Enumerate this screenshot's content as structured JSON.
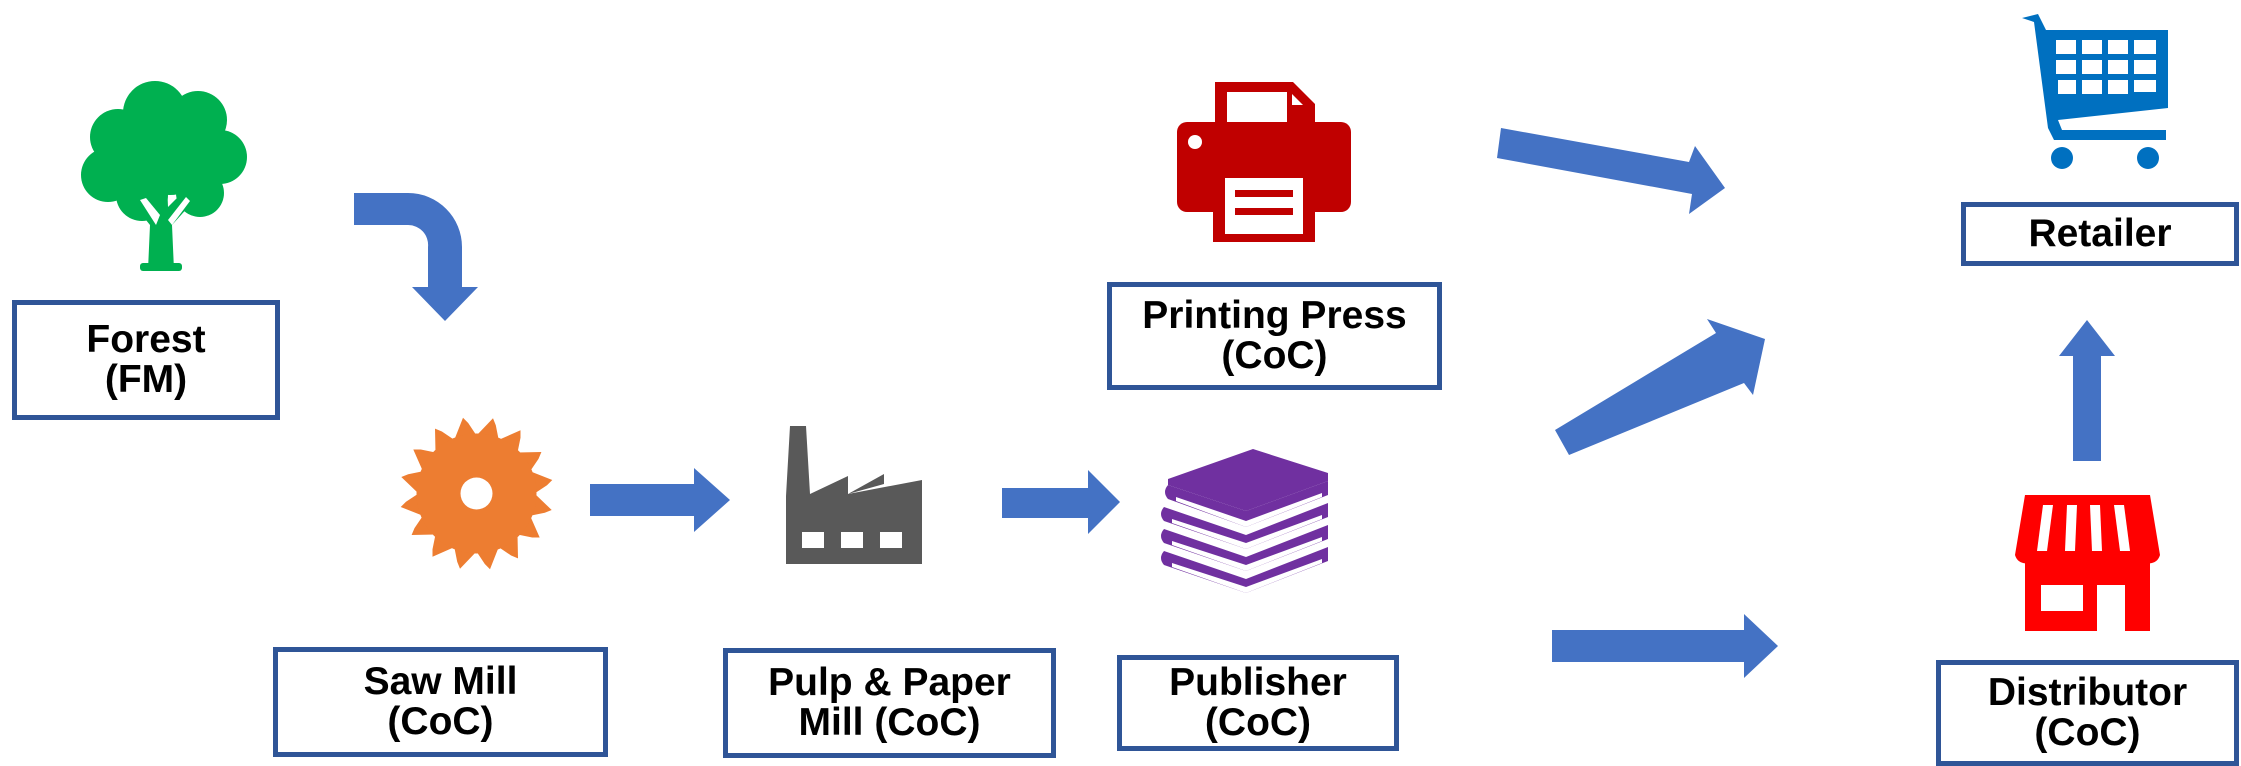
{
  "colors": {
    "arrow": "#4472c4",
    "box_border": "#2f5597",
    "forest": "#00b050",
    "saw": "#ed7d31",
    "factory": "#595959",
    "printer": "#c00000",
    "books": "#7030a0",
    "cart": "#0070c0",
    "store": "#ff0000"
  },
  "nodes": {
    "forest": {
      "line1": "Forest",
      "line2": "(FM)",
      "icon": "tree-icon"
    },
    "sawmill": {
      "line1": "Saw Mill",
      "line2": "(CoC)",
      "icon": "saw-blade-icon"
    },
    "pulp": {
      "line1": "Pulp & Paper",
      "line2": "Mill (CoC)",
      "icon": "factory-icon"
    },
    "printing": {
      "line1": "Printing Press",
      "line2": "(CoC)",
      "icon": "printer-icon"
    },
    "publisher": {
      "line1": "Publisher",
      "line2": "(CoC)",
      "icon": "books-icon"
    },
    "retailer": {
      "line1": "Retailer",
      "icon": "shopping-cart-icon"
    },
    "distributor": {
      "line1": "Distributor",
      "line2": "(CoC)",
      "icon": "storefront-icon"
    }
  },
  "edges": [
    {
      "from": "forest",
      "to": "sawmill"
    },
    {
      "from": "sawmill",
      "to": "pulp"
    },
    {
      "from": "pulp",
      "to": "publisher"
    },
    {
      "from": "printing",
      "to": "retailer"
    },
    {
      "from": "publisher",
      "to": "retailer"
    },
    {
      "from": "publisher",
      "to": "distributor"
    },
    {
      "from": "distributor",
      "to": "retailer"
    }
  ]
}
